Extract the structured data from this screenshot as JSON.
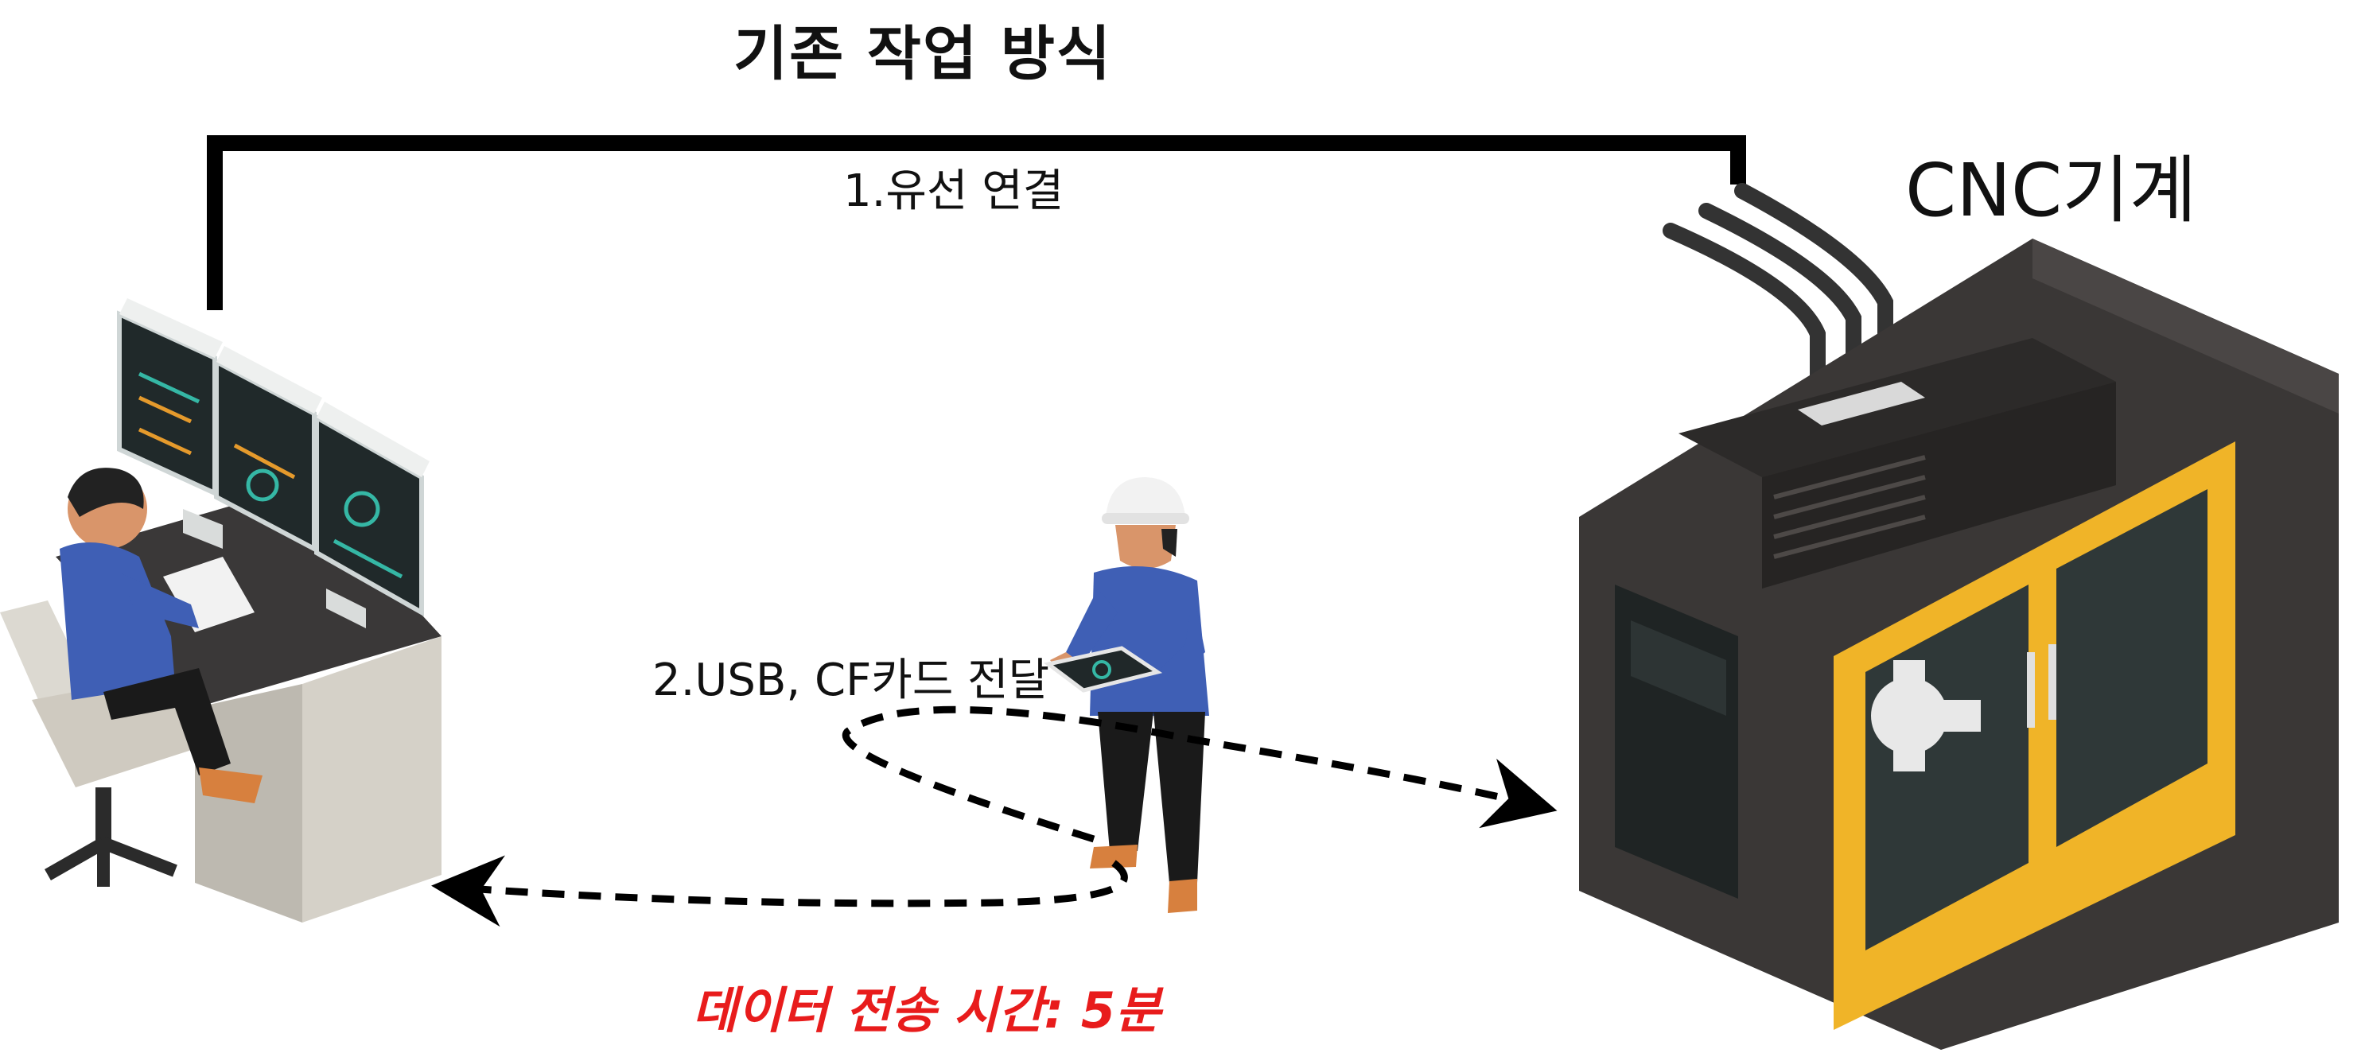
{
  "diagram": {
    "title": "기존 작업 방식",
    "wired_label": "1.유선 연결",
    "usb_label": "2.USB, CF카드 전달",
    "cnc_label": "CNC기계",
    "time_label": "데이터 전송 시간: 5분"
  },
  "colors": {
    "cable": "#000000",
    "accent_red": "#e81c1c",
    "machine_body": "#3a3736",
    "machine_door": "#f0b428",
    "shirt_blue": "#3f5fb5",
    "screen_dark": "#1f2a2b"
  },
  "icons": [
    "operator-workstation-icon",
    "worker-with-tablet-icon",
    "cnc-machine-icon"
  ]
}
